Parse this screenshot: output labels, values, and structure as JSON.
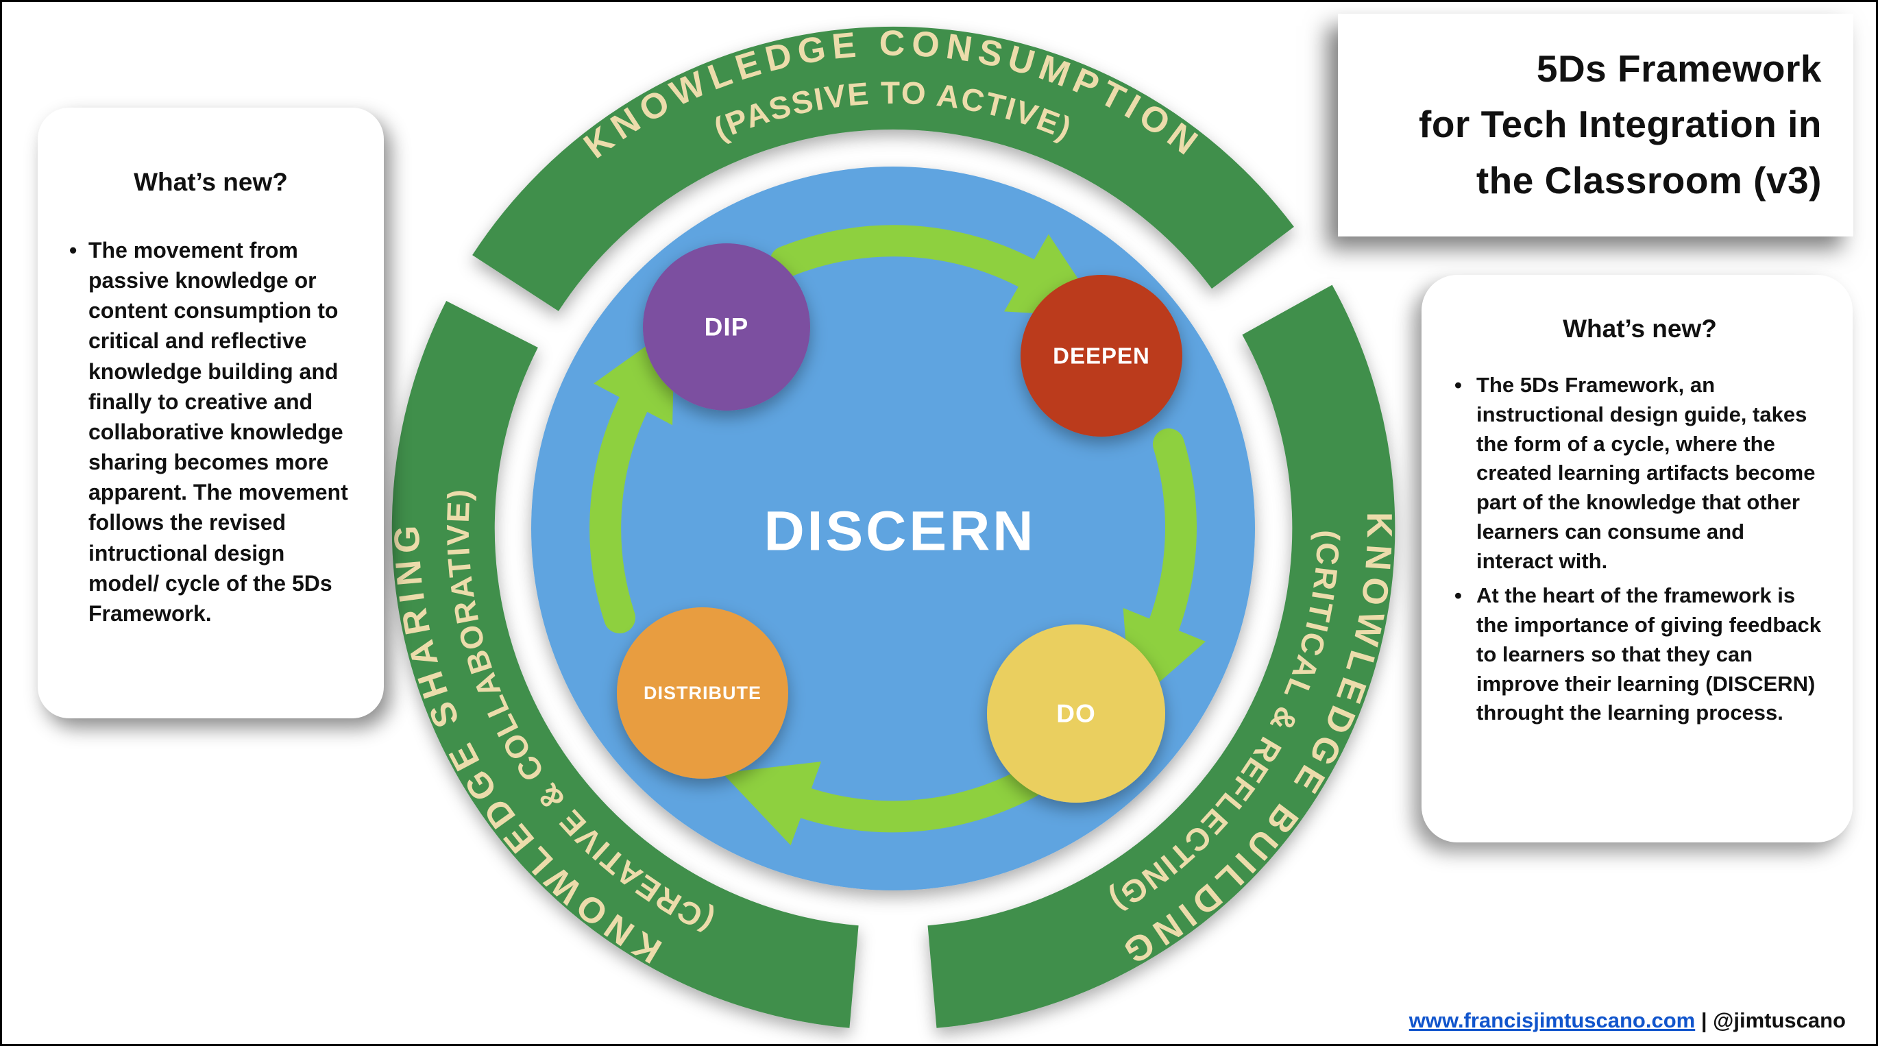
{
  "title_card": {
    "lines": [
      "5Ds Framework",
      "for Tech Integration in",
      "the Classroom (v3)"
    ]
  },
  "left_panel": {
    "heading": "What’s new?",
    "bullets": [
      "The movement from passive knowledge or content consumption to critical and reflective knowledge building and finally to creative and collaborative knowledge sharing becomes more apparent. The movement follows the revised intructional design model/ cycle of the 5Ds Framework."
    ]
  },
  "right_panel": {
    "heading": "What’s new?",
    "bullets": [
      "The 5Ds Framework, an instructional design guide, takes the form of a cycle, where the created learning artifacts become part of the knowledge that other learners can consume and interact with.",
      "At the heart of the framework is the importance of giving feedback to learners so that they can improve their learning (DISCERN) throught the learning process."
    ]
  },
  "diagram": {
    "center_label": "DISCERN",
    "nodes": [
      {
        "id": "dip",
        "label": "DIP",
        "color": "#7b50a0"
      },
      {
        "id": "deepen",
        "label": "DEEPEN",
        "color": "#bb3a1d"
      },
      {
        "id": "do",
        "label": "DO",
        "color": "#eacf5e"
      },
      {
        "id": "distribute",
        "label": "DISTRIBUTE",
        "color": "#e89d41"
      }
    ],
    "ring_segments": [
      {
        "title": "KNOWLEDGE CONSUMPTION",
        "subtitle": "(PASSIVE TO ACTIVE)"
      },
      {
        "title": "KNOWLEDGE BUILDING",
        "subtitle": "(CRITICAL & REFLECTING)"
      },
      {
        "title": "KNOWLEDGE SHARING",
        "subtitle": "(CREATIVE & COLLABORATIVE)"
      }
    ],
    "colors": {
      "ring": "#3f8f4b",
      "ring_text": "#ecdcab",
      "inner_circle": "#5ea4e0",
      "arrow": "#8ed03f"
    }
  },
  "footer": {
    "link": "www.francisjimtuscano.com",
    "separator": " | ",
    "handle": "@jimtuscano",
    "link_color": "#1155cc"
  }
}
